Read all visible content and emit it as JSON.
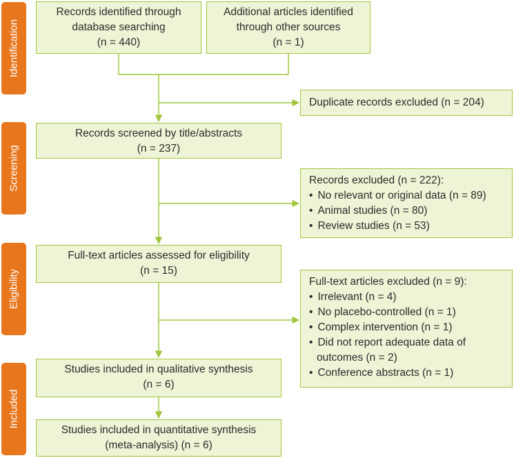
{
  "phases": {
    "identification": "Identification",
    "screening": "Screening",
    "eligibility": "Eligibility",
    "included": "Included"
  },
  "boxes": {
    "database_search": [
      "Records identified through",
      "database searching",
      "(n = 440)"
    ],
    "other_sources": [
      "Additional articles identified",
      "through other sources",
      "(n = 1)"
    ],
    "duplicates": "Duplicate records excluded (n = 204)",
    "screened": [
      "Records screened by title/abstracts",
      "(n = 237)"
    ],
    "records_excluded": {
      "title": "Records excluded (n = 222):",
      "items": [
        "No relevant or original data (n = 89)",
        "Animal studies (n = 80)",
        "Review studies (n = 53)"
      ]
    },
    "fulltext_assessed": [
      "Full-text articles assessed for eligibility",
      "(n = 15)"
    ],
    "fulltext_excluded": {
      "title": "Full-text articles excluded (n = 9):",
      "items": [
        "Irrelevant (n = 4)",
        "No placebo-controlled (n = 1)",
        "Complex intervention (n = 1)",
        "Did not report adequate data of",
        "Conference abstracts (n = 1)"
      ],
      "continuation": "outcomes (n = 2)"
    },
    "qualitative": [
      "Studies included in qualitative synthesis",
      "(n = 6)"
    ],
    "quantitative": [
      "Studies included in quantitative synthesis",
      "(meta-analysis) (n = 6)"
    ]
  },
  "colors": {
    "phase_fill": "#e8761c",
    "box_fill": "#eef4d6",
    "box_border": "#9fc63b",
    "connector": "#9fc63b"
  }
}
